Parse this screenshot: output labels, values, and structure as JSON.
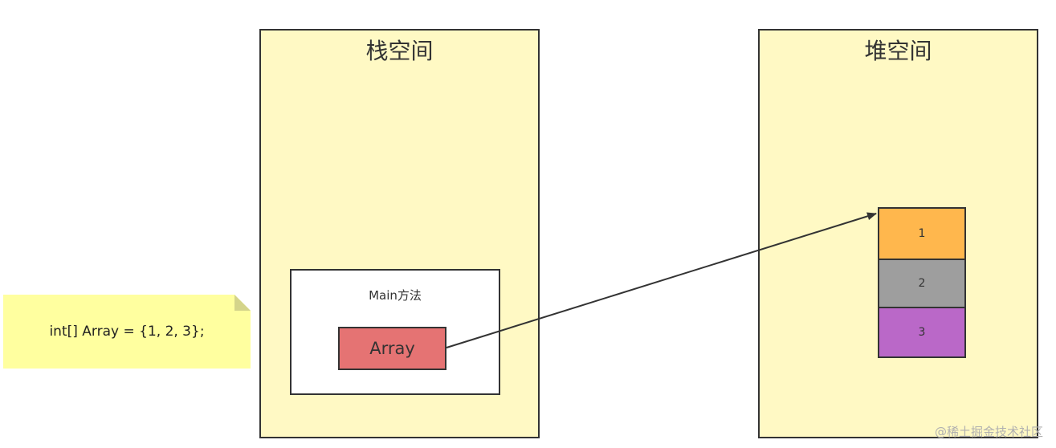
{
  "note": {
    "text": "int[] Array = {1, 2, 3};",
    "color": "#ffff9f"
  },
  "stack": {
    "title": "栈空间",
    "frame_title": "Main方法",
    "variable": "Array",
    "variable_color": "#e57373"
  },
  "heap": {
    "title": "堆空间",
    "cells": [
      {
        "value": "1",
        "color": "#ffb74d"
      },
      {
        "value": "2",
        "color": "#9e9e9e"
      },
      {
        "value": "3",
        "color": "#ba68c8"
      }
    ]
  },
  "region_color": "#fff9c4",
  "watermark": "@稀土掘金技术社区"
}
